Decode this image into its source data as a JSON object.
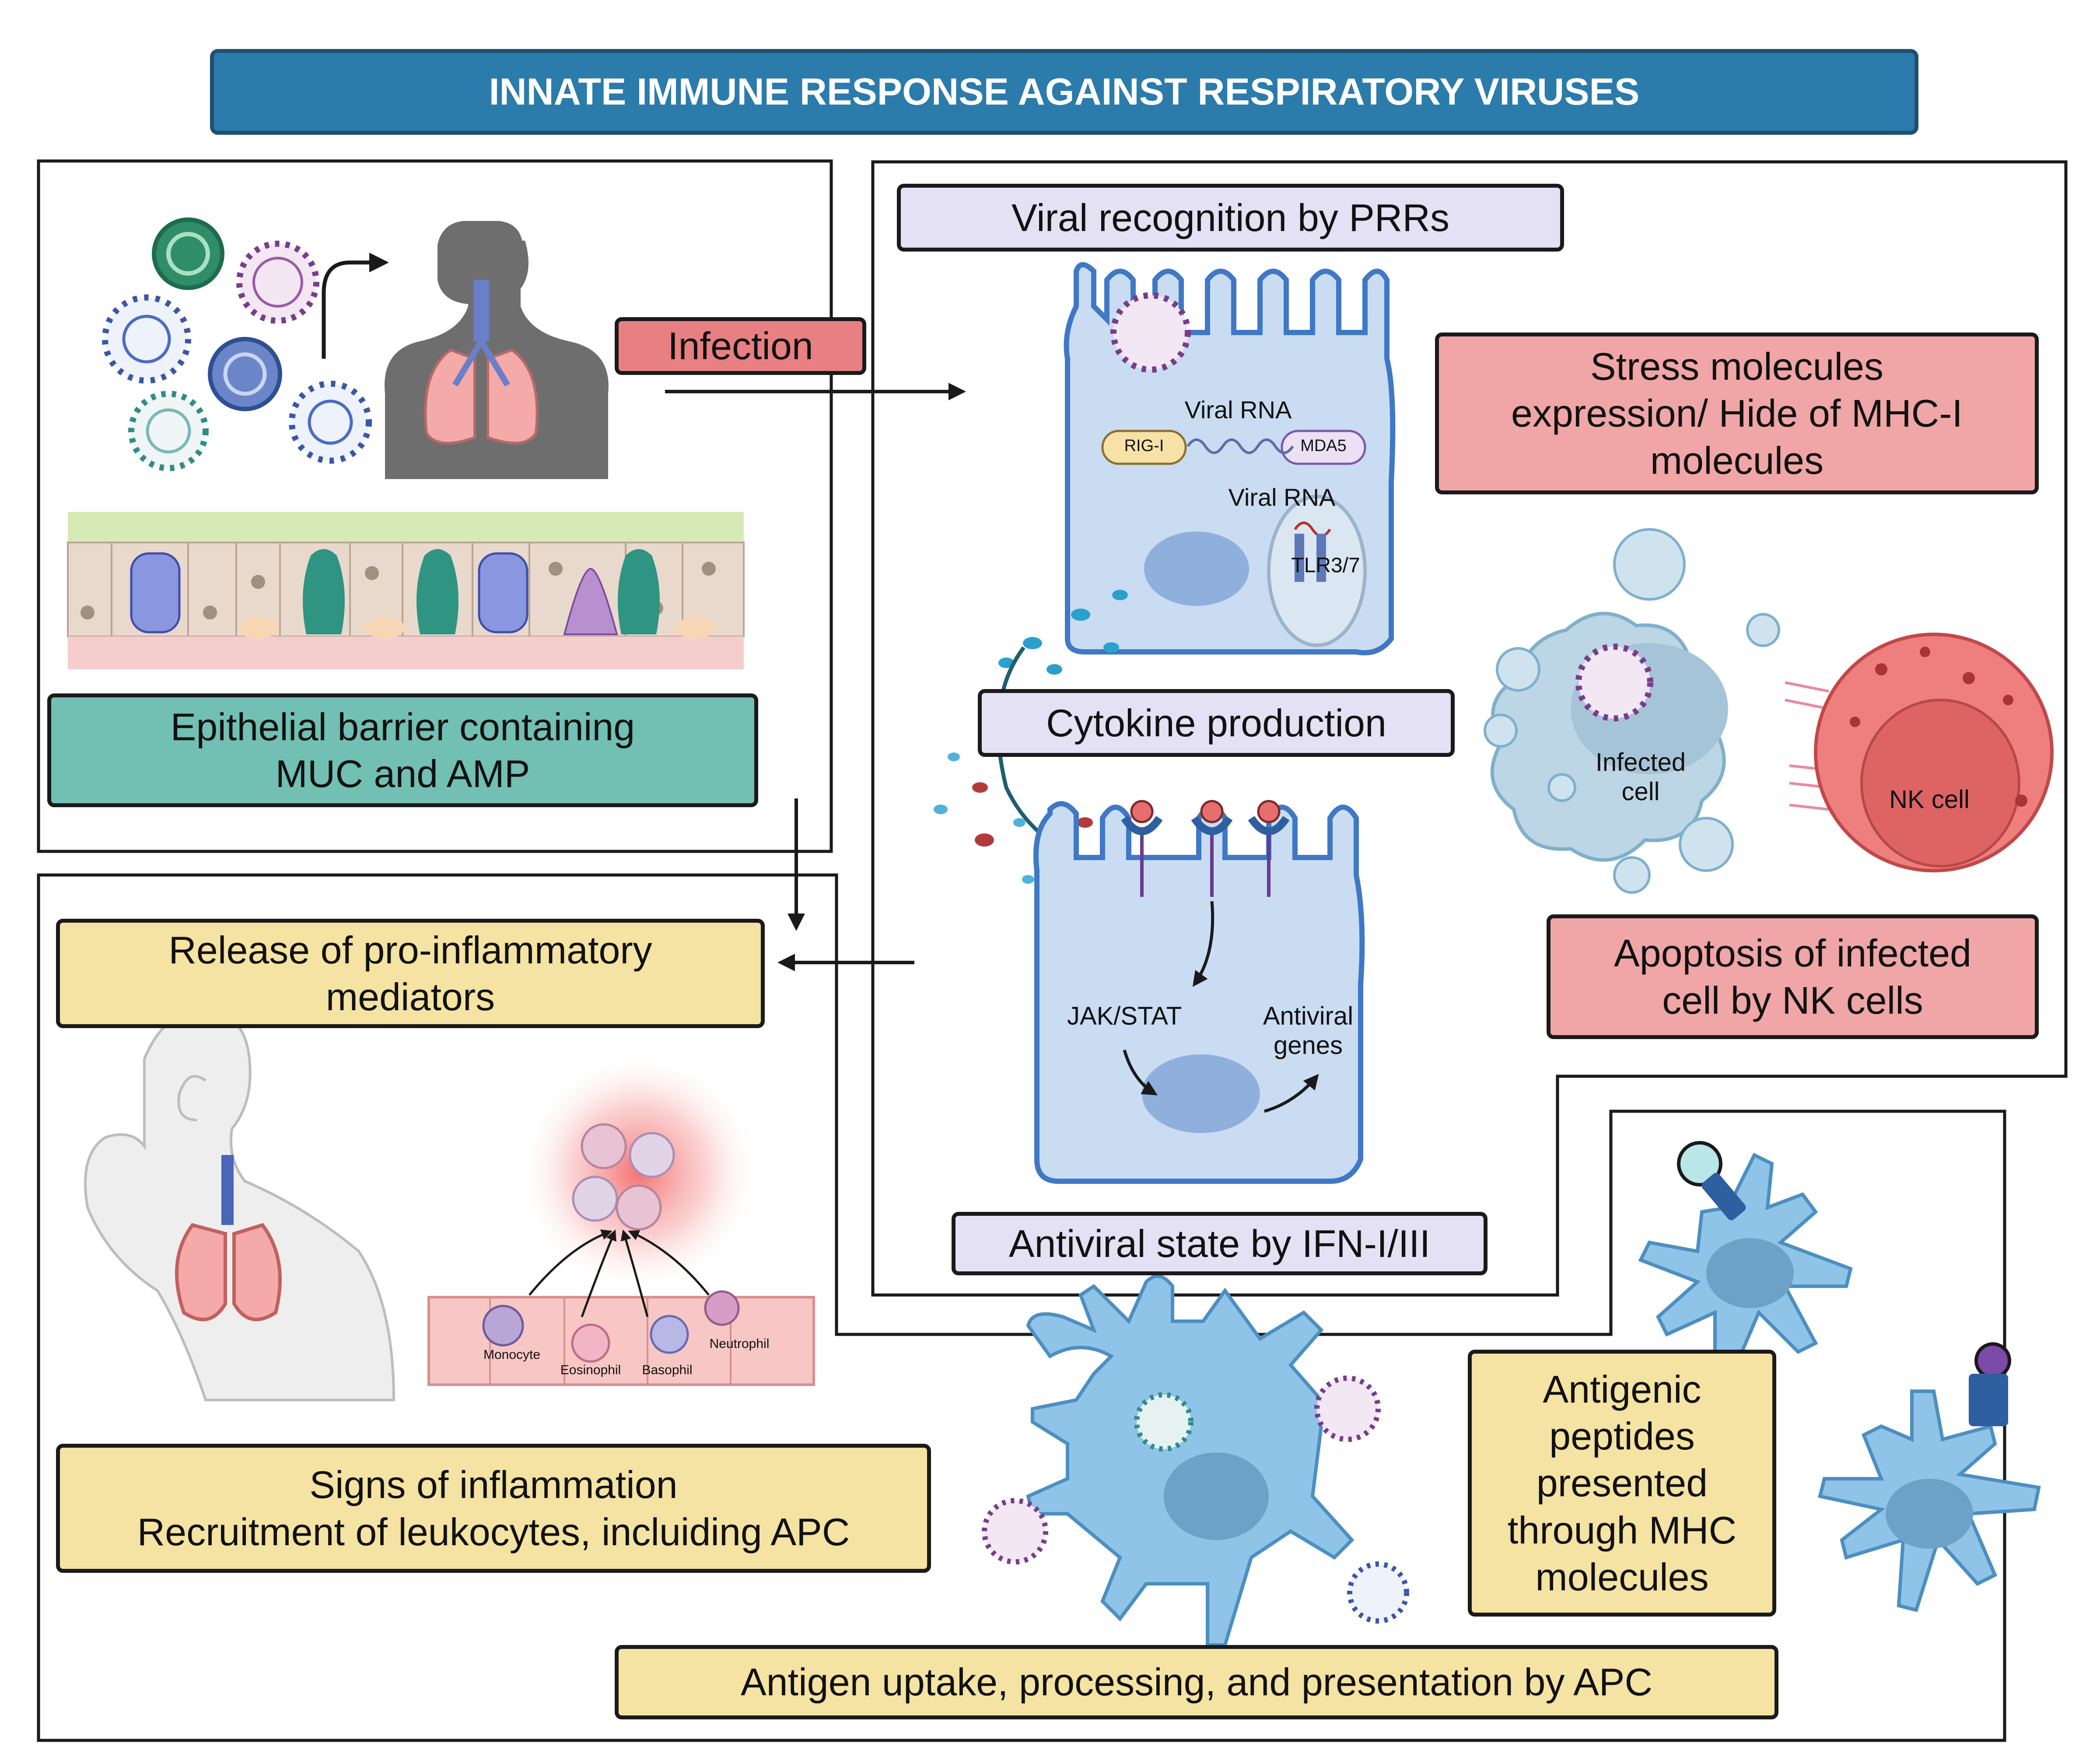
{
  "title": "INNATE IMMUNE RESPONSE AGAINST RESPIRATORY VIRUSES",
  "labels": {
    "infection": "Infection",
    "epithelial_barrier": "Epithelial barrier containing\nMUC and AMP",
    "viral_recognition": "Viral recognition by PRRs",
    "stress_molecules": "Stress molecules\nexpression/ Hide of MHC-I\nmolecules",
    "cytokine_production": "Cytokine production",
    "apoptosis": "Apoptosis of infected\ncell by NK cells",
    "release_mediators": "Release of pro-inflammatory\nmediators",
    "antiviral_state": "Antiviral state by IFN-I/III",
    "signs_inflammation": "Signs of inflammation\nRecruitment of leukocytes, incluiding APC",
    "antigenic_peptides": "Antigenic\npeptides\npresented\nthrough MHC\nmolecules",
    "antigen_uptake": "Antigen uptake, processing, and presentation by APC"
  },
  "cell_labels": {
    "viral_rna_1": "Viral RNA",
    "rig_i": "RIG-I",
    "mda5": "MDA5",
    "viral_rna_2": "Viral RNA",
    "tlr": "TLR3/7",
    "infected_cell": "Infected\ncell",
    "nk_cell": "NK  cell",
    "jak_stat": "JAK/STAT",
    "antiviral_genes": "Antiviral\ngenes",
    "monocyte": "Monocyte",
    "eosinophil": "Eosinophil",
    "basophil": "Basophil",
    "neutrophil": "Neutrophil"
  },
  "colors": {
    "title_bg": "#2b7bab",
    "recognition_bg": "#e3e1f3",
    "infection_bg": "#e88083",
    "stress_bg": "#f0a6a6",
    "epithelial_bg": "#72bfb3",
    "mediator_bg": "#f4e3a2",
    "cell_fill": "#c9dcf2",
    "cell_stroke": "#3f78c4"
  }
}
